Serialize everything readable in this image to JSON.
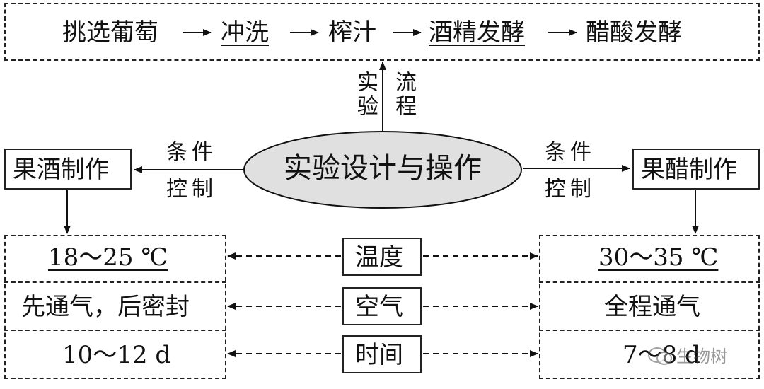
{
  "process": {
    "steps": [
      "挑选葡萄",
      "冲洗",
      "榨汁",
      "酒精发酵",
      "醋酸发酵"
    ],
    "underlined": [
      false,
      true,
      false,
      true,
      false
    ]
  },
  "center": {
    "label": "实验设计与操作"
  },
  "up_label": {
    "left": "实验",
    "right": "流程"
  },
  "side_label": {
    "left_top": "条件",
    "left_bottom": "控制",
    "right_top": "条件",
    "right_bottom": "控制"
  },
  "left_box": {
    "title": "果酒制作"
  },
  "right_box": {
    "title": "果醋制作"
  },
  "mid_labels": [
    "温度",
    "空气",
    "时间"
  ],
  "left_values": [
    "18～25 ℃",
    "先通气，后密封",
    "10～12 d"
  ],
  "right_values": [
    "30～35 ℃",
    "全程通气",
    "7～8 d"
  ],
  "watermark": {
    "text": "生物树"
  }
}
